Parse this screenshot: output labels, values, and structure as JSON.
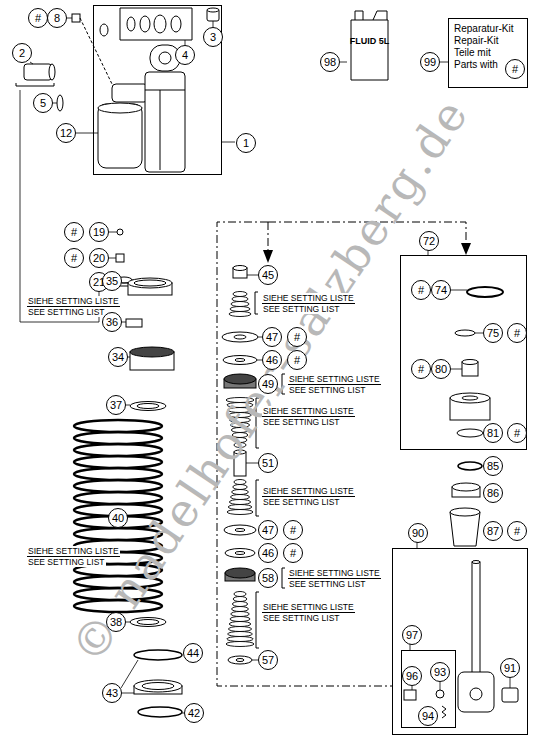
{
  "diagram": {
    "nodes": [
      {
        "text": [
          "1"
        ]
      },
      {
        "text": [
          "FLUID 5L"
        ]
      },
      {
        "text": [
          "Reparatur-Kit Repair-Kit",
          "Teile mit Parts with",
          "#"
        ]
      },
      {
        "text": [
          "72"
        ]
      },
      {
        "text": [
          "90"
        ]
      },
      {
        "text": [
          "97"
        ],
        "in": 4
      }
    ],
    "labels": [
      "#",
      "8",
      "2",
      "5",
      "3",
      "4",
      "12",
      "98",
      "99",
      "#",
      "19",
      "#",
      "20",
      "21",
      "SIEHE SETTING LISTE",
      "SEE SETTING LIST",
      "45",
      "SIEHE SETTING LISTE",
      "SEE SETTING LIST",
      "47",
      "#",
      "46",
      "#",
      "49",
      "SIEHE SETTING LISTE",
      "SEE SETTING LIST",
      "SIEHE SETTING LISTE",
      "SEE SETTING LIST",
      "51",
      "SIEHE SETTING LISTE",
      "SEE SETTING LIST",
      "47",
      "#",
      "46",
      "#",
      "58",
      "SIEHE SETTING LISTE",
      "SEE SETTING LIST",
      "SIEHE SETTING LISTE",
      "SEE SETTING LIST",
      "57",
      "35",
      "36",
      "34",
      "37",
      "40",
      "SIEHE SETTING LISTE",
      "SEE SETTING LIST",
      "38",
      "44",
      "43",
      "42",
      "#",
      "74",
      "75",
      "#",
      "#",
      "80",
      "81",
      "#",
      "85",
      "86",
      "87",
      "#",
      "96",
      "93",
      "94",
      "91",
      "© nadelhofer-salzberg.de"
    ]
  }
}
